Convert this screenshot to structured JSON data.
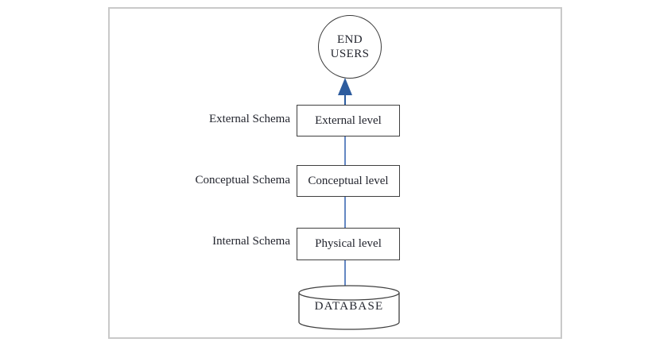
{
  "diagram": {
    "end_users_circle": {
      "line1": "END",
      "line2": "USERS"
    },
    "rows": [
      {
        "schema_label": "External Schema",
        "level_label": "External level"
      },
      {
        "schema_label": "Conceptual Schema",
        "level_label": "Conceptual level"
      },
      {
        "schema_label": "Internal Schema",
        "level_label": "Physical level"
      }
    ],
    "database_label": "DATABASE",
    "colors": {
      "arrow_blue": "#2d5c9e",
      "connector_blue": "#6487c3",
      "box_border": "#3f3f3f",
      "circle_border": "#3a3a3a",
      "frame_border": "#c9c9c9",
      "text": "#23252e",
      "background": "#ffffff"
    }
  }
}
